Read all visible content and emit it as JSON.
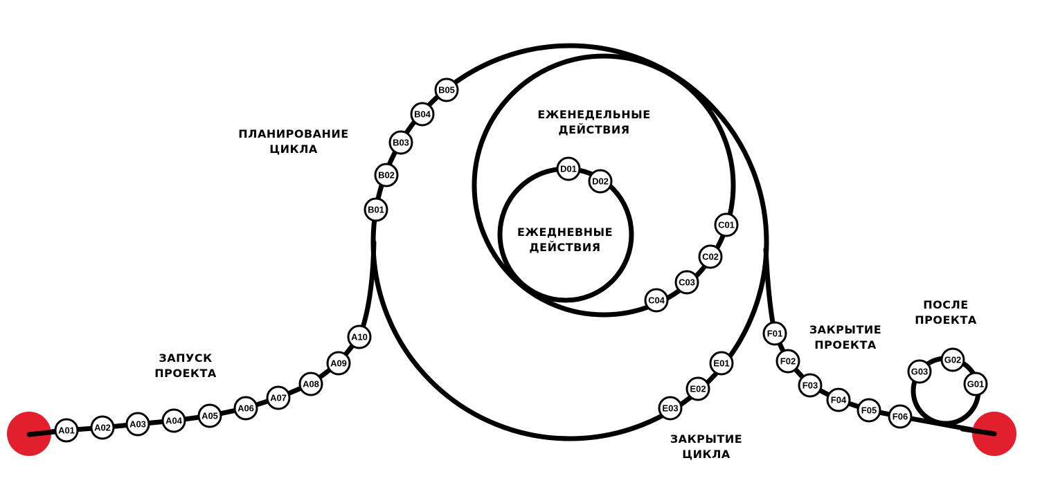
{
  "colors": {
    "line": "#000000",
    "terminal": "#e31e2d",
    "node_fill": "#ffffff"
  },
  "labels": {
    "launch": [
      "ЗАПУСК",
      "ПРОЕКТА"
    ],
    "planning": [
      "ПЛАНИРОВАНИЕ",
      "ЦИКЛА"
    ],
    "weekly": [
      "ЕЖЕНЕДЕЛЬНЫЕ",
      "ДЕЙСТВИЯ"
    ],
    "daily": [
      "ЕЖЕДНЕВНЫЕ",
      "ДЕЙСТВИЯ"
    ],
    "cycle_close": [
      "ЗАКРЫТИЕ",
      "ЦИКЛА"
    ],
    "project_close": [
      "ЗАКРЫТИЕ",
      "ПРОЕКТА"
    ],
    "after": [
      "ПОСЛЕ",
      "ПРОЕКТА"
    ]
  },
  "nodes": {
    "A": [
      "A01",
      "A02",
      "A03",
      "A04",
      "A05",
      "A06",
      "A07",
      "A08",
      "A09",
      "A10"
    ],
    "B": [
      "B01",
      "B02",
      "B03",
      "B04",
      "B05"
    ],
    "C": [
      "C01",
      "C02",
      "C03",
      "C04"
    ],
    "D": [
      "D01",
      "D02"
    ],
    "E": [
      "E01",
      "E02",
      "E03"
    ],
    "F": [
      "F01",
      "F02",
      "F03",
      "F04",
      "F05",
      "F06"
    ],
    "G": [
      "G01",
      "G02",
      "G03"
    ]
  }
}
